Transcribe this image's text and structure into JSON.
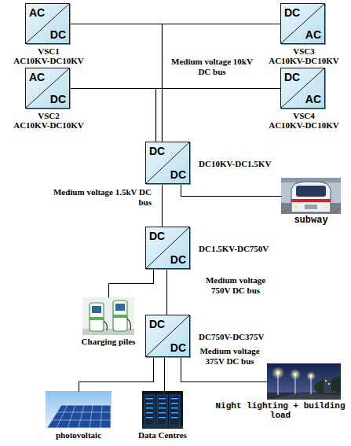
{
  "diagram": {
    "nodes": [
      {
        "text": [
          "AC",
          "DC",
          "VSC1",
          "AC10KV-DC10KV"
        ]
      },
      {
        "text": [
          "DC",
          "AC",
          "VSC3",
          "AC10KV-DC10KV"
        ]
      },
      {
        "text": [
          "AC",
          "DC",
          "VSC2",
          "AC10KV-DC10KV"
        ]
      },
      {
        "text": [
          "DC",
          "AC",
          "VSC4",
          "AC10KV-DC10KV"
        ]
      },
      {
        "text": [
          "DC",
          "DC",
          "DC10KV-DC1.5KV"
        ]
      },
      {
        "text": [
          "subway"
        ]
      },
      {
        "text": [
          "DC",
          "DC",
          "DC1.5KV-DC750V"
        ]
      },
      {
        "text": [
          "Charging piles"
        ]
      },
      {
        "text": [
          "DC",
          "DC",
          "DC750V-DC375V"
        ]
      },
      {
        "text": [
          "Night lighting + building load"
        ]
      },
      {
        "text": [
          "photovoltaic"
        ]
      },
      {
        "text": [
          "Data Centres"
        ]
      }
    ],
    "edges": [
      {
        "from": 0,
        "to": 4,
        "arrow": "none"
      },
      {
        "from": 1,
        "to": 4,
        "arrow": "none"
      },
      {
        "from": 2,
        "to": 4,
        "arrow": "none"
      },
      {
        "from": 3,
        "to": 4,
        "arrow": "none"
      },
      {
        "from": 4,
        "to": 5,
        "arrow": "none"
      },
      {
        "from": 4,
        "to": 6,
        "arrow": "none"
      },
      {
        "from": 6,
        "to": 7,
        "arrow": "none"
      },
      {
        "from": 6,
        "to": 8,
        "arrow": "none"
      },
      {
        "from": 8,
        "to": 9,
        "arrow": "none"
      },
      {
        "from": 8,
        "to": 10,
        "arrow": "none"
      },
      {
        "from": 8,
        "to": 11,
        "arrow": "none"
      }
    ],
    "labels": [
      "Medium voltage 10kV DC bus",
      "Medium voltage 1.5kV DC bus",
      "Medium voltage 750V DC bus",
      "Medium voltage 375V DC bus"
    ]
  }
}
